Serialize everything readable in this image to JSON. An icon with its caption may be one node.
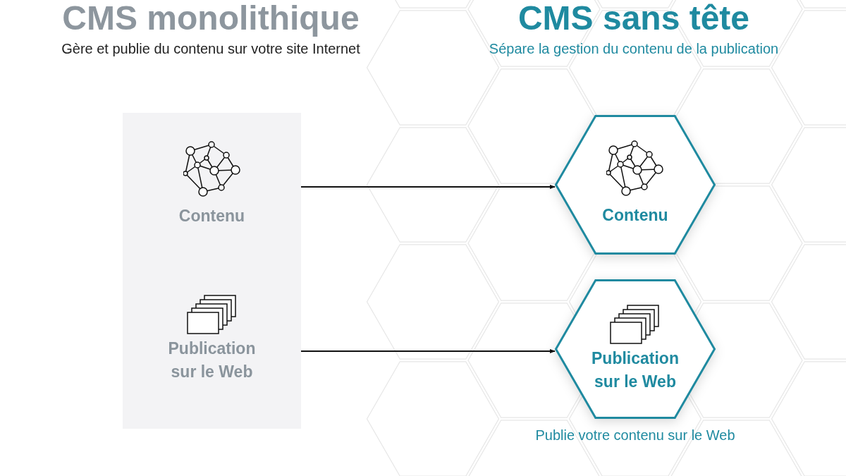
{
  "diagram": {
    "nodes": [
      {
        "text": [],
        "shape": "box"
      },
      {
        "text": [
          "Contenu"
        ],
        "in": 0
      },
      {
        "text": [
          "Publication sur le Web"
        ],
        "in": 0
      },
      {
        "text": [
          "Contenu"
        ]
      },
      {
        "text": [
          "Publication sur le Web"
        ],
        "beside": [
          "Publie votre contenu sur le Web"
        ]
      }
    ],
    "edges": [
      {
        "from": 1,
        "to": 3,
        "arrow": "to"
      },
      {
        "from": 2,
        "to": 4,
        "arrow": "to"
      }
    ],
    "labels": [
      "CMS monolithique",
      "Gère et publie du contenu sur votre site Internet",
      "CMS sans tête",
      "Sépare la gestion du contenu de la publication"
    ]
  }
}
